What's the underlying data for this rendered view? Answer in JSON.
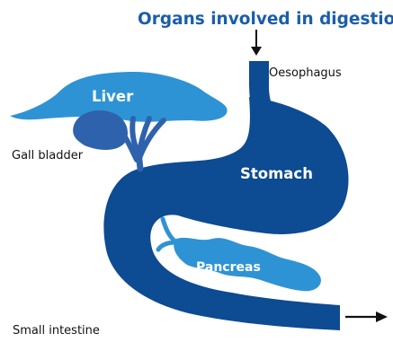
{
  "title": "Organs involved in digestion",
  "labels": {
    "oesophagus": "Oesophagus",
    "liver": "Liver",
    "gall_bladder": "Gall bladder",
    "stomach": "Stomach",
    "pancreas": "Pancreas",
    "small_intestine": "Small intestine"
  },
  "colors": {
    "title": "#1b5ea8",
    "digestive_tract": "#0d4b92",
    "liver": "#2e93d5",
    "gall_bladder": "#2f62ad",
    "pancreas": "#2e93d5",
    "arrows": "#111111"
  }
}
